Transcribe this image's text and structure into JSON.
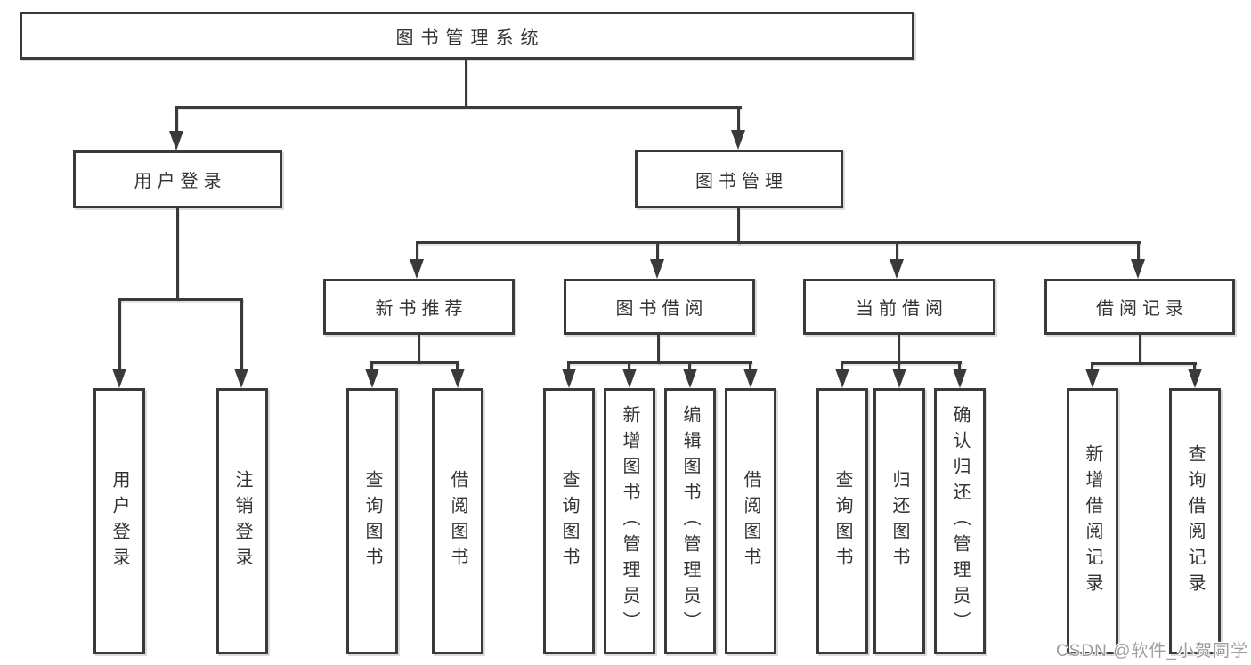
{
  "diagram": {
    "title": "图书管理系统",
    "level2": {
      "user_login": "用户登录",
      "book_mgmt": "图书管理"
    },
    "level3": {
      "new_books": "新书推荐",
      "book_borrow": "图书借阅",
      "current_borrow": "当前借阅",
      "borrow_records": "借阅记录"
    },
    "leaves": {
      "user_login": [
        "用户登录",
        "注销登录"
      ],
      "new_books": [
        "查询图书",
        "借阅图书"
      ],
      "book_borrow": [
        "查询图书",
        "新增图书（管理员）",
        "编辑图书（管理员）",
        "借阅图书"
      ],
      "current_borrow": [
        "查询图书",
        "归还图书",
        "确认归还（管理员）"
      ],
      "borrow_records": [
        "新增借阅记录",
        "查询借阅记录"
      ]
    }
  },
  "watermark": "CSDN @软件_小贺同学",
  "colors": {
    "line": "#3a3a3a",
    "text": "#333333",
    "background": "#ffffff",
    "watermark": "#9d9d9d"
  }
}
